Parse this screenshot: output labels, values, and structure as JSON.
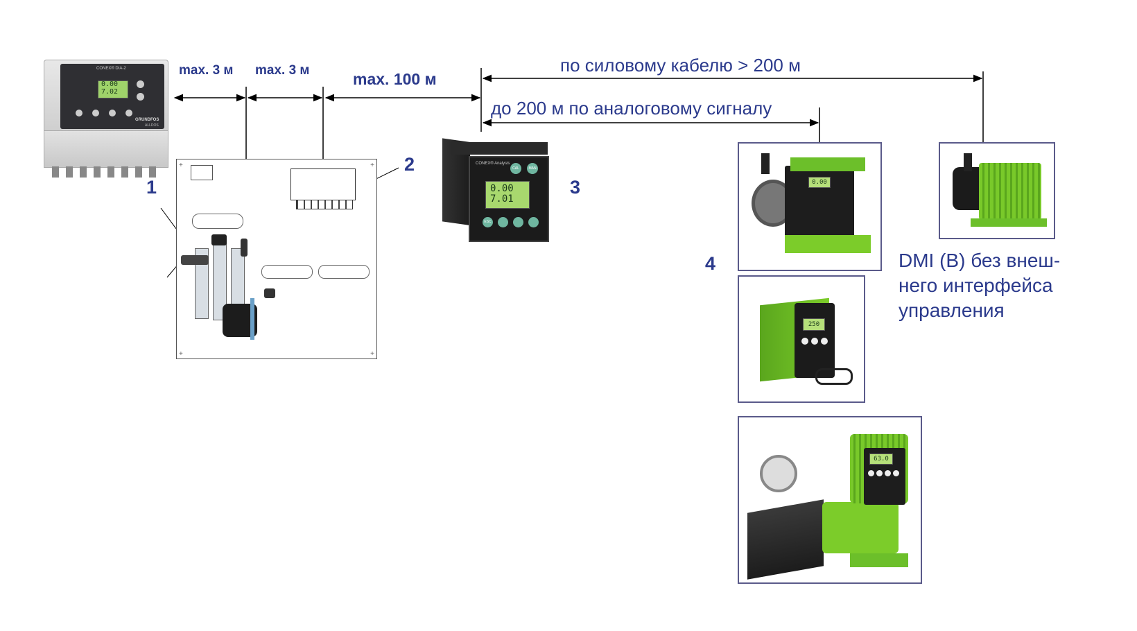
{
  "distances": {
    "d1": "max. 3 м",
    "d2": "max. 3 м",
    "d3": "max. 100 м",
    "power_cable": "по силовому кабелю > 200 м",
    "analog_signal": "до 200 м по аналоговому сигналу"
  },
  "callouts": {
    "c1": "1",
    "c2": "2",
    "c3": "3",
    "c4": "4"
  },
  "controller": {
    "brand": "CONEX® DIA-2",
    "reading_top": "0.00",
    "reading_bottom": "7.02",
    "maker": "GRUNDFOS",
    "maker_sub": "ALLDOS"
  },
  "controller3": {
    "brand": "CONEX® Analysis",
    "reading_top": "0.00",
    "reading_bottom": "7.01",
    "btn_cal": "CAL",
    "btn_man": "MAN",
    "btn_esc": "ESC"
  },
  "pump_screens": {
    "p1": "0.00",
    "p2": "250",
    "p3": "63.0"
  },
  "dmi_text": {
    "line1": "DMI (B) без внеш-",
    "line2": "него интерфейса",
    "line3": "управления"
  },
  "colors": {
    "label_blue": "#2b3a8c",
    "pump_green": "#7ccc2a",
    "frame": "#5a5a8a",
    "lcd_green": "#b6e07a"
  }
}
